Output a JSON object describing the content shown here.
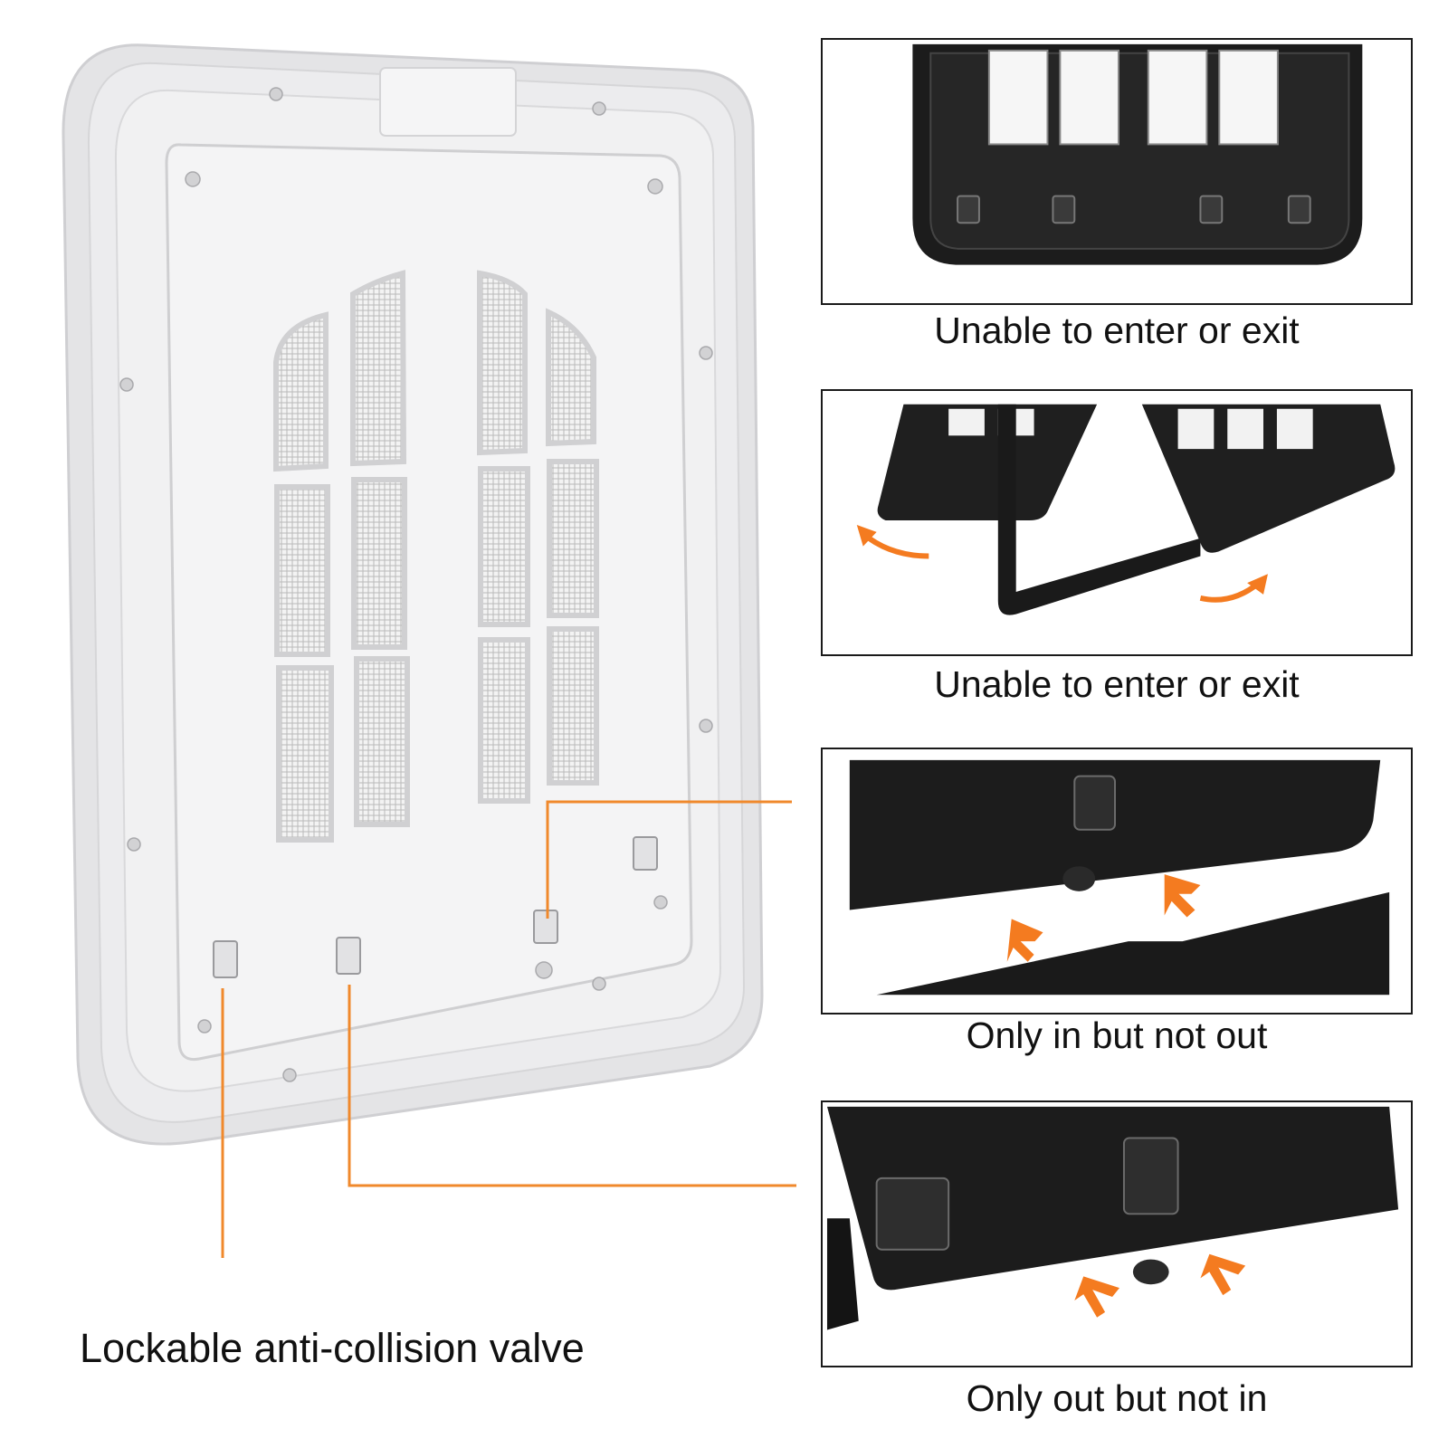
{
  "main_label": "Lockable anti-collision valve",
  "panels": [
    {
      "caption": "Unable to enter or exit"
    },
    {
      "caption": "Unable to enter or exit"
    },
    {
      "caption": "Only in but not out"
    },
    {
      "caption": "Only out but not in"
    }
  ],
  "colors": {
    "callout": "#f0892c",
    "arrow": "#f47b20",
    "door_frame": "#e9e9ea",
    "flap": "#1c1c1c",
    "border": "#1a1a1a"
  },
  "icons": [
    "curved-arrow-icon",
    "straight-arrow-icon"
  ]
}
